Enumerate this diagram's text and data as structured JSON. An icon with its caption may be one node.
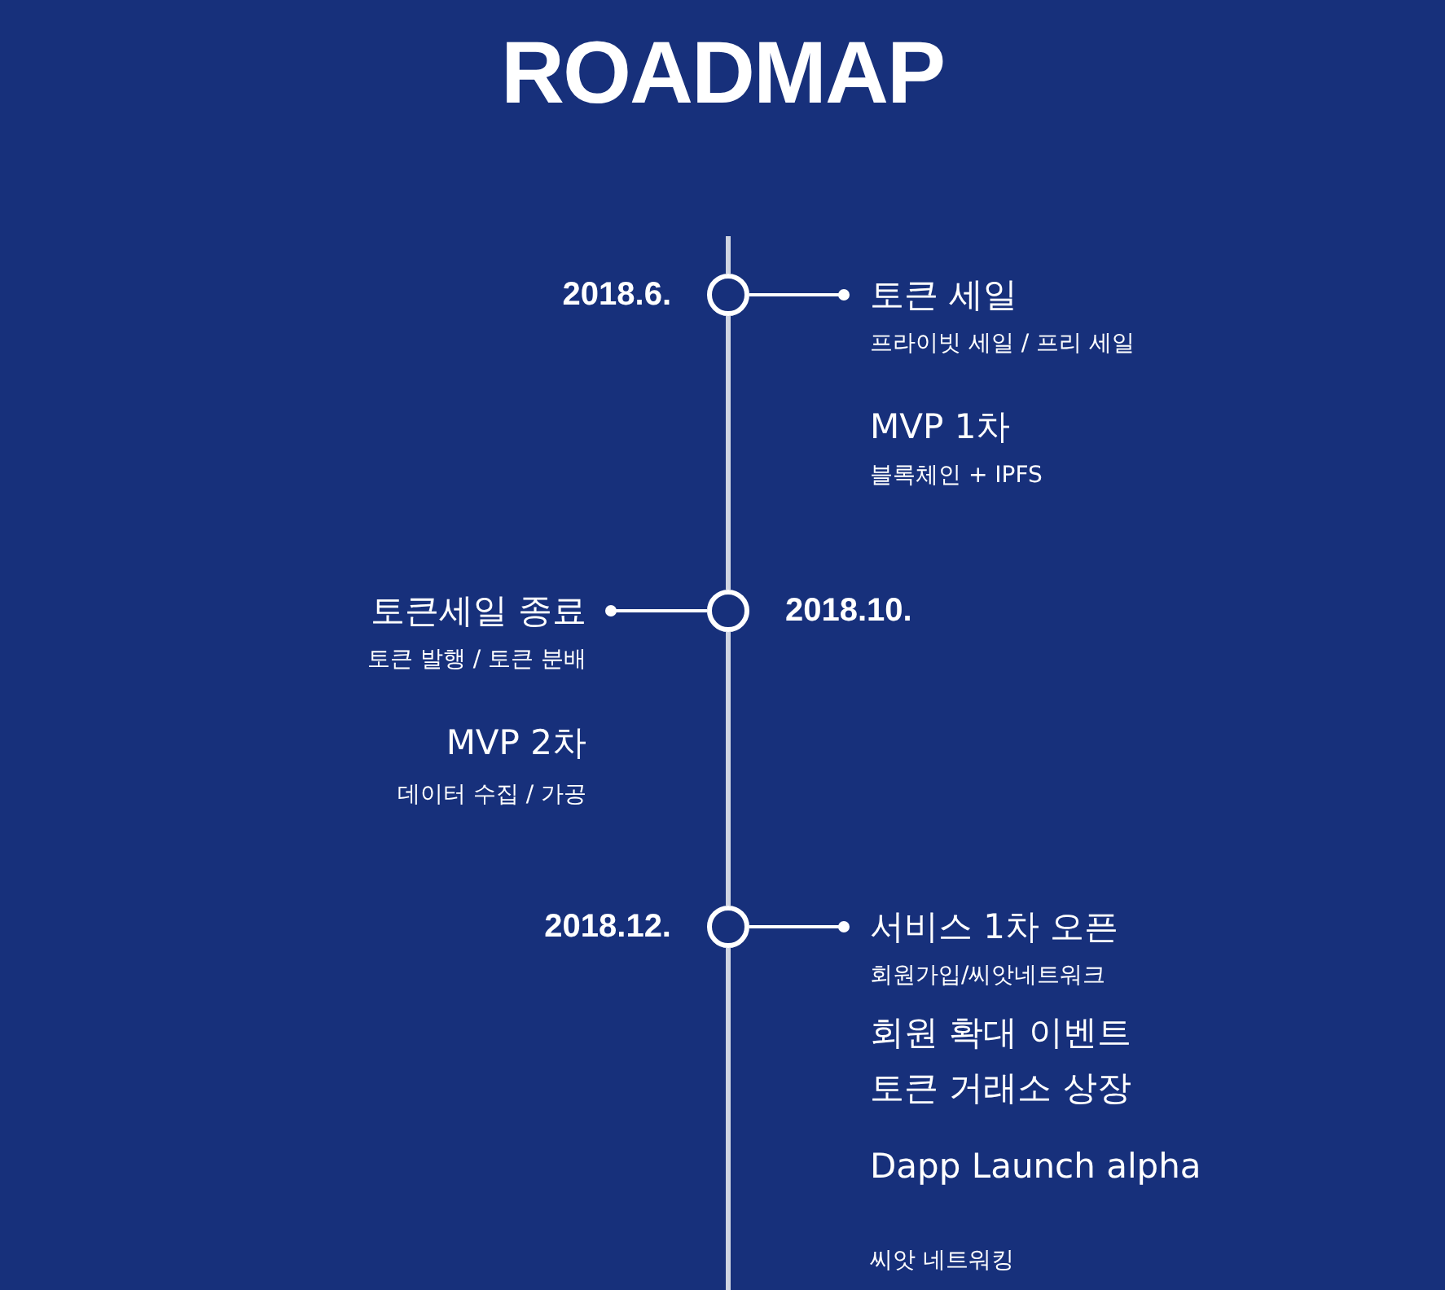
{
  "diagram": {
    "title": "ROADMAP",
    "nodes": [
      {
        "text": [],
        "shape": "circle",
        "beside": [
          "2018.6."
        ]
      },
      {
        "text": [
          "토큰 세일",
          "프라이빗 세일 / 프리 세일"
        ]
      },
      {
        "text": [],
        "shape": "circle",
        "beside": [
          "2018.10."
        ]
      },
      {
        "text": [
          "토큰세일 종료",
          "토큰 발행 / 토큰 분배"
        ]
      },
      {
        "text": [],
        "shape": "circle",
        "beside": [
          "2018.12."
        ]
      },
      {
        "text": [
          "서비스 1차 오픈",
          "회원가입/씨앗네트워크"
        ]
      }
    ],
    "edges": [
      {
        "from": 0,
        "to": 1,
        "arrow": "other"
      },
      {
        "from": 2,
        "to": 3,
        "arrow": "other"
      },
      {
        "from": 4,
        "to": 5,
        "arrow": "other"
      },
      {
        "from": 0,
        "to": 2,
        "arrow": "none"
      },
      {
        "from": 2,
        "to": 4,
        "arrow": "none"
      }
    ],
    "labels": [
      "MVP 1차",
      "블록체인 + IPFS",
      "MVP 2차",
      "데이터 수집 / 가공",
      "회원 확대 이벤트",
      "토큰 거래소 상장",
      "Dapp Launch alpha",
      "씨앗 네트워킹"
    ]
  }
}
